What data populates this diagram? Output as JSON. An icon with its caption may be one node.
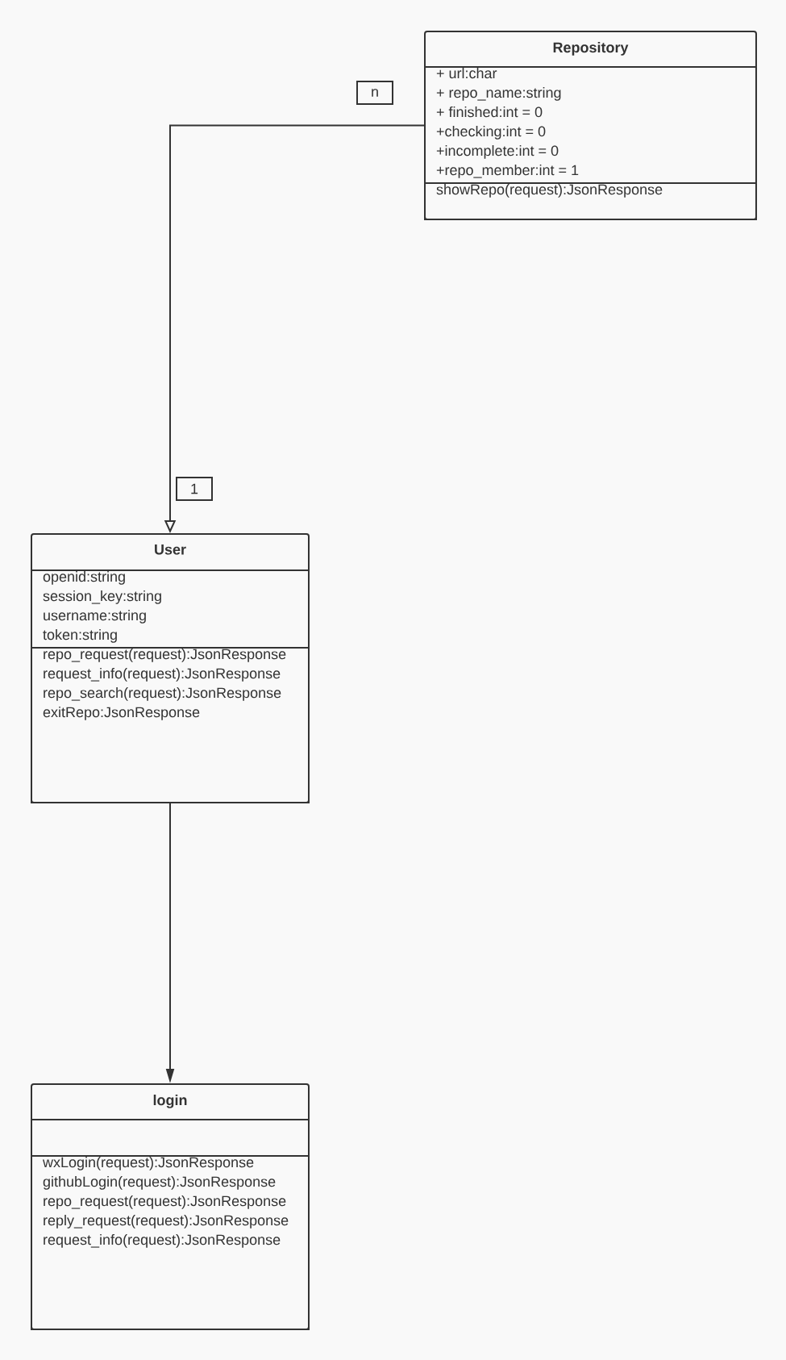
{
  "diagram": {
    "nodes": [
      {
        "text": [
          "Repository"
        ]
      },
      {
        "text": [
          "+ url:char",
          "+ repo_name:string",
          "+ finished:int = 0",
          "+checking:int = 0",
          "+incomplete:int = 0",
          "+repo_member:int = 1"
        ],
        "in": 0
      },
      {
        "text": [
          "showRepo(request):JsonResponse"
        ],
        "in": 0
      },
      {
        "text": [
          "User"
        ]
      },
      {
        "text": [
          "openid:string",
          "session_key:string",
          "username:string",
          "token:string"
        ],
        "in": 3
      },
      {
        "text": [
          "repo_request(request):JsonResponse",
          "request_info(request):JsonResponse",
          "repo_search(request):JsonResponse",
          "exitRepo:JsonResponse"
        ],
        "in": 3
      },
      {
        "text": [
          "login"
        ]
      },
      {
        "text": [],
        "shape": "box",
        "in": 6
      },
      {
        "text": [
          "wxLogin(request):JsonResponse",
          "githubLogin(request):JsonResponse",
          "repo_request(request):JsonResponse",
          "reply_request(request):JsonResponse",
          "request_info(request):JsonResponse"
        ],
        "in": 6
      }
    ],
    "edges": [
      {
        "from": 0,
        "to": 3,
        "arrow": "to"
      },
      {
        "from": 3,
        "to": 6,
        "arrow": "to"
      }
    ],
    "labels": [
      "n",
      "1"
    ]
  }
}
